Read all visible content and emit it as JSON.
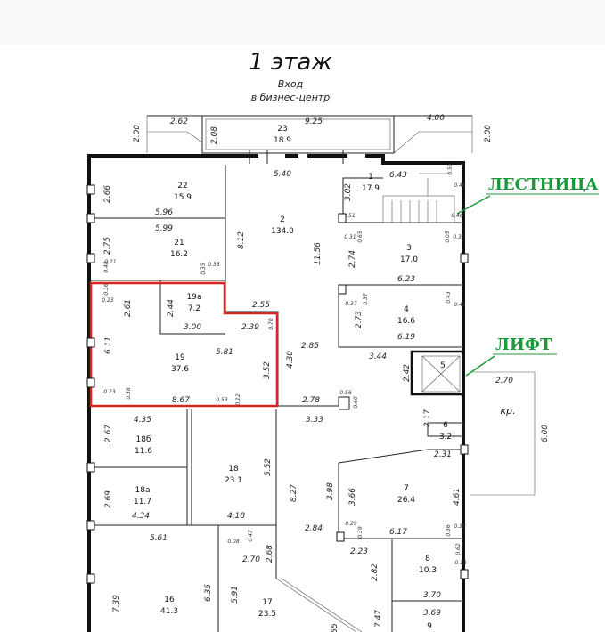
{
  "header": {
    "title": "1 этаж",
    "entrance_line1": "Вход",
    "entrance_line2": "в бизнес-центр"
  },
  "labels": {
    "stairs": "ЛЕСТНИЦА",
    "elevator": "ЛИФТ",
    "elevator_num": "5",
    "porch": "кр."
  },
  "colors": {
    "highlight": "#d9241f",
    "label_green": "#1a9a3a",
    "walls": "#111111"
  },
  "rooms": [
    {
      "id": "r23",
      "num": "23",
      "area": "18.9"
    },
    {
      "id": "r22",
      "num": "22",
      "area": "15.9"
    },
    {
      "id": "r21",
      "num": "21",
      "area": "16.2"
    },
    {
      "id": "r2",
      "num": "2",
      "area": "134.0"
    },
    {
      "id": "r1",
      "num": "1",
      "area": "17.9"
    },
    {
      "id": "r3",
      "num": "3",
      "area": "17.0"
    },
    {
      "id": "r4",
      "num": "4",
      "area": "16.6"
    },
    {
      "id": "r19a",
      "num": "19а",
      "area": "7.2"
    },
    {
      "id": "r19",
      "num": "19",
      "area": "37.6"
    },
    {
      "id": "r18b",
      "num": "18б",
      "area": "11.6"
    },
    {
      "id": "r18",
      "num": "18",
      "area": "23.1"
    },
    {
      "id": "r18a",
      "num": "18а",
      "area": "11.7"
    },
    {
      "id": "r6",
      "num": "6",
      "area": "3.2"
    },
    {
      "id": "r7",
      "num": "7",
      "area": "26.4"
    },
    {
      "id": "r8",
      "num": "8",
      "area": "10.3"
    },
    {
      "id": "r16",
      "num": "16",
      "area": "41.3"
    },
    {
      "id": "r17",
      "num": "17",
      "area": "23.5"
    },
    {
      "id": "r9",
      "num": "9",
      "area": ""
    }
  ],
  "dims": {
    "d262": "2.62",
    "d925": "9.25",
    "d400": "4.00",
    "d200a": "2.00",
    "d208": "2.08",
    "d200b": "2.00",
    "d540": "5.40",
    "d643": "6.43",
    "d302": "3.02",
    "d266": "2.66",
    "d596": "5.96",
    "d599": "5.99",
    "d275": "2.75",
    "d812": "8.12",
    "d1156": "11.56",
    "d274": "2.74",
    "d623": "6.23",
    "d273": "2.73",
    "d619": "6.19",
    "d255": "2.55",
    "d239": "2.39",
    "d300": "3.00",
    "d261": "2.61",
    "d244": "2.44",
    "d611": "6.11",
    "d581": "5.81",
    "d352": "3.52",
    "d430": "4.30",
    "d285": "2.85",
    "d344": "3.44",
    "d242": "2.42",
    "d270a": "2.70",
    "d278": "2.78",
    "d867": "8.67",
    "d435": "4.35",
    "d333": "3.33",
    "d217": "2.17",
    "d600": "6.00",
    "d267": "2.67",
    "d231": "2.31",
    "d552": "5.52",
    "d398": "3.98",
    "d366": "3.66",
    "d461": "4.61",
    "d269": "2.69",
    "d827": "8.27",
    "d434": "4.34",
    "d418": "4.18",
    "d284": "2.84",
    "d617": "6.17",
    "d561": "5.61",
    "d223": "2.23",
    "d270b": "2.70",
    "d268": "2.68",
    "d282": "2.82",
    "d635": "6.35",
    "d591": "5.91",
    "d739": "7.39",
    "d370": "3.70",
    "d369": "3.69",
    "d747": "7.47",
    "d55": "55"
  },
  "small_dims": {
    "s059": "0.59",
    "s046a": "0.46",
    "s046b": "0.46",
    "s051": "0.51",
    "s031": "0.31",
    "s065": "0.65",
    "s005": "0.05",
    "s035a": "0.35",
    "s037a": "0.37",
    "s037b": "0.37",
    "s043": "0.43",
    "s043b": "0.43",
    "s048": "0.48",
    "s021": "0.21",
    "s035b": "0.35",
    "s036a": "0.36",
    "s036b": "0.36",
    "s023a": "0.23",
    "s070": "0.70",
    "s023b": "0.23",
    "s038a": "0.38",
    "s053": "0.53",
    "s012": "0.12",
    "s056": "0.56",
    "s060": "0.60",
    "s029": "0.29",
    "s039": "0.39",
    "s036c": "0.36",
    "s038b": "0.38",
    "s008": "0.08",
    "s047": "0.47",
    "s062": "0.62",
    "s018": "0.18"
  }
}
